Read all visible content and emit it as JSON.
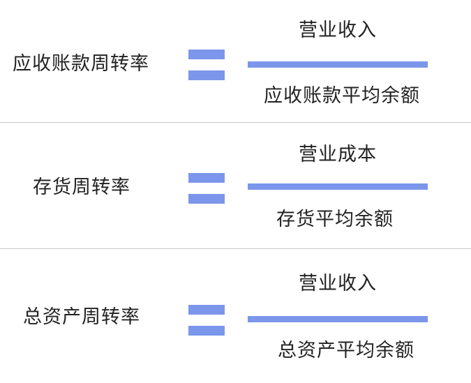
{
  "colors": {
    "accent": "#7b96ea",
    "divider": "#c8c8c8",
    "text": "#222222"
  },
  "formulas": [
    {
      "name": "应收账款周转率",
      "numerator": "营业收入",
      "denominator": "应收账款平均余额"
    },
    {
      "name": "存货周转率",
      "numerator": "营业成本",
      "denominator": "存货平均余额"
    },
    {
      "name": "总资产周转率",
      "numerator": "营业收入",
      "denominator": "总资产平均余额"
    }
  ]
}
